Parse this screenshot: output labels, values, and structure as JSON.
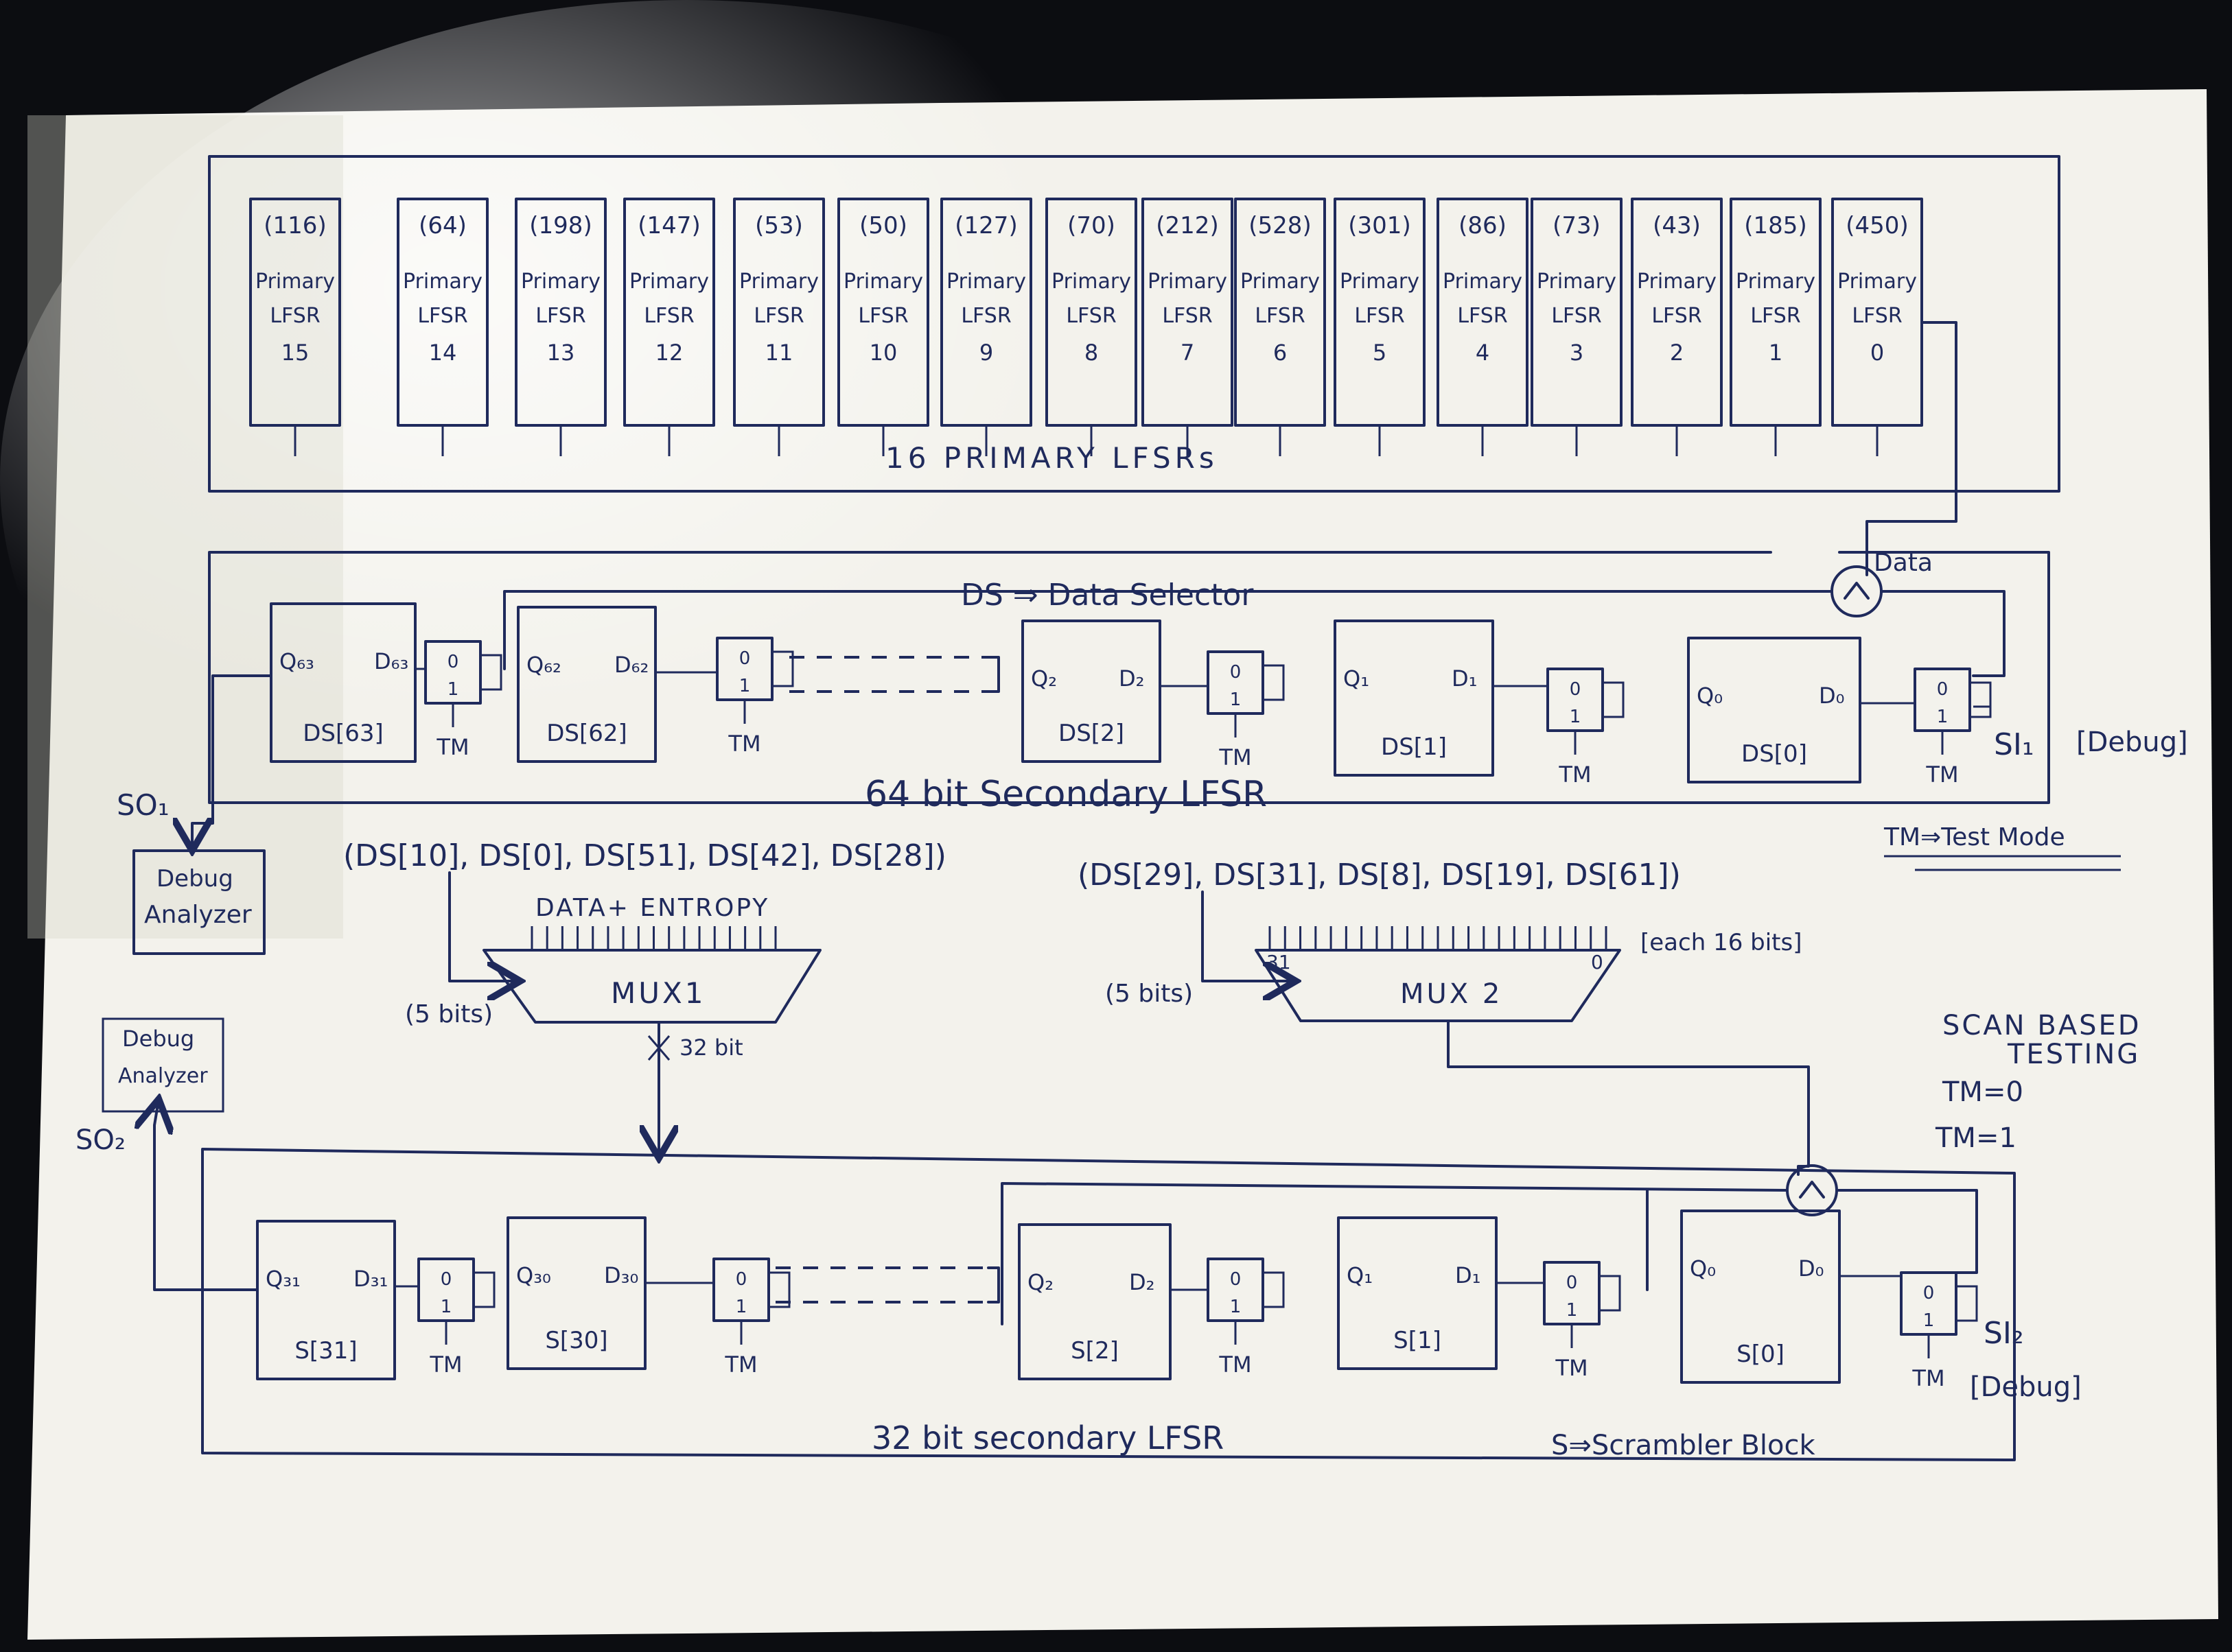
{
  "primary": {
    "title": "16 PRIMARY LFSRs",
    "lfsrs": [
      {
        "count": "(116)",
        "word": "Primary",
        "type": "LFSR",
        "index": "15"
      },
      {
        "count": "(64)",
        "word": "Primary",
        "type": "LFSR",
        "index": "14"
      },
      {
        "count": "(198)",
        "word": "Primary",
        "type": "LFSR",
        "index": "13"
      },
      {
        "count": "(147)",
        "word": "Primary",
        "type": "LFSR",
        "index": "12"
      },
      {
        "count": "(53)",
        "word": "Primary",
        "type": "LFSR",
        "index": "11"
      },
      {
        "count": "(50)",
        "word": "Primary",
        "type": "LFSR",
        "index": "10"
      },
      {
        "count": "(127)",
        "word": "Primary",
        "type": "LFSR",
        "index": "9"
      },
      {
        "count": "(70)",
        "word": "Primary",
        "type": "LFSR",
        "index": "8"
      },
      {
        "count": "(212)",
        "word": "Primary",
        "type": "LFSR",
        "index": "7"
      },
      {
        "count": "(528)",
        "word": "Primary",
        "type": "LFSR",
        "index": "6"
      },
      {
        "count": "(301)",
        "word": "Primary",
        "type": "LFSR",
        "index": "5"
      },
      {
        "count": "(86)",
        "word": "Primary",
        "type": "LFSR",
        "index": "4"
      },
      {
        "count": "(73)",
        "word": "Primary",
        "type": "LFSR",
        "index": "3"
      },
      {
        "count": "(43)",
        "word": "Primary",
        "type": "LFSR",
        "index": "2"
      },
      {
        "count": "(185)",
        "word": "Primary",
        "type": "LFSR",
        "index": "1"
      },
      {
        "count": "(450)",
        "word": "Primary",
        "type": "LFSR",
        "index": "0"
      }
    ]
  },
  "secondary64": {
    "title": "64 bit Secondary LFSR",
    "ds_legend": "DS ⇒ Data Selector",
    "data_label": "Data",
    "si_label": "SI₁",
    "debug_label": "[Debug]",
    "so_label": "SO₁",
    "analyzer_label": [
      "Debug",
      "Analyzer"
    ],
    "tm_label": "TM",
    "tm_legend": "TM⇒Test Mode",
    "blocks": [
      {
        "q": "Q₆₃",
        "d": "D₆₃",
        "name": "DS[63]"
      },
      {
        "q": "Q₆₂",
        "d": "D₆₂",
        "name": "DS[62]"
      },
      {
        "q": "Q₂",
        "d": "D₂",
        "name": "DS[2]"
      },
      {
        "q": "Q₁",
        "d": "D₁",
        "name": "DS[1]"
      },
      {
        "q": "Q₀",
        "d": "D₀",
        "name": "DS[0]"
      }
    ]
  },
  "mux1": {
    "label": "MUX1",
    "select_list": "(DS[10], DS[0], DS[51], DS[42], DS[28])",
    "input_label": "DATA+ ENTROPY",
    "sel_width": "(5 bits)",
    "out_width": "32 bit"
  },
  "mux2": {
    "label": "MUX 2",
    "select_list": "(DS[29], DS[31], DS[8], DS[19], DS[61])",
    "sel_width": "(5 bits)",
    "in_width": "[each 16 bits]",
    "idx_hi": "31",
    "idx_lo": "0"
  },
  "scan": {
    "title": "SCAN BASED",
    "title2": "TESTING",
    "tm0": "TM=0",
    "tm1": "TM=1"
  },
  "secondary32": {
    "title": "32 bit secondary LFSR",
    "s_legend": "S⇒Scrambler Block",
    "si_label": "SI₂",
    "debug_label": "[Debug]",
    "so_label": "SO₂",
    "analyzer_label": [
      "Debug",
      "Analyzer"
    ],
    "tm_label": "TM",
    "blocks": [
      {
        "q": "Q₃₁",
        "d": "D₃₁",
        "name": "S[31]"
      },
      {
        "q": "Q₃₀",
        "d": "D₃₀",
        "name": "S[30]"
      },
      {
        "q": "Q₂",
        "d": "D₂",
        "name": "S[2]"
      },
      {
        "q": "Q₁",
        "d": "D₁",
        "name": "S[1]"
      },
      {
        "q": "Q₀",
        "d": "D₀",
        "name": "S[0]"
      }
    ]
  },
  "mux_cell": {
    "top": "0",
    "bottom": "1"
  },
  "colors": {
    "ink": "#1f2a5c",
    "paper": "#f4f3ee",
    "background": "#0c0d11"
  }
}
